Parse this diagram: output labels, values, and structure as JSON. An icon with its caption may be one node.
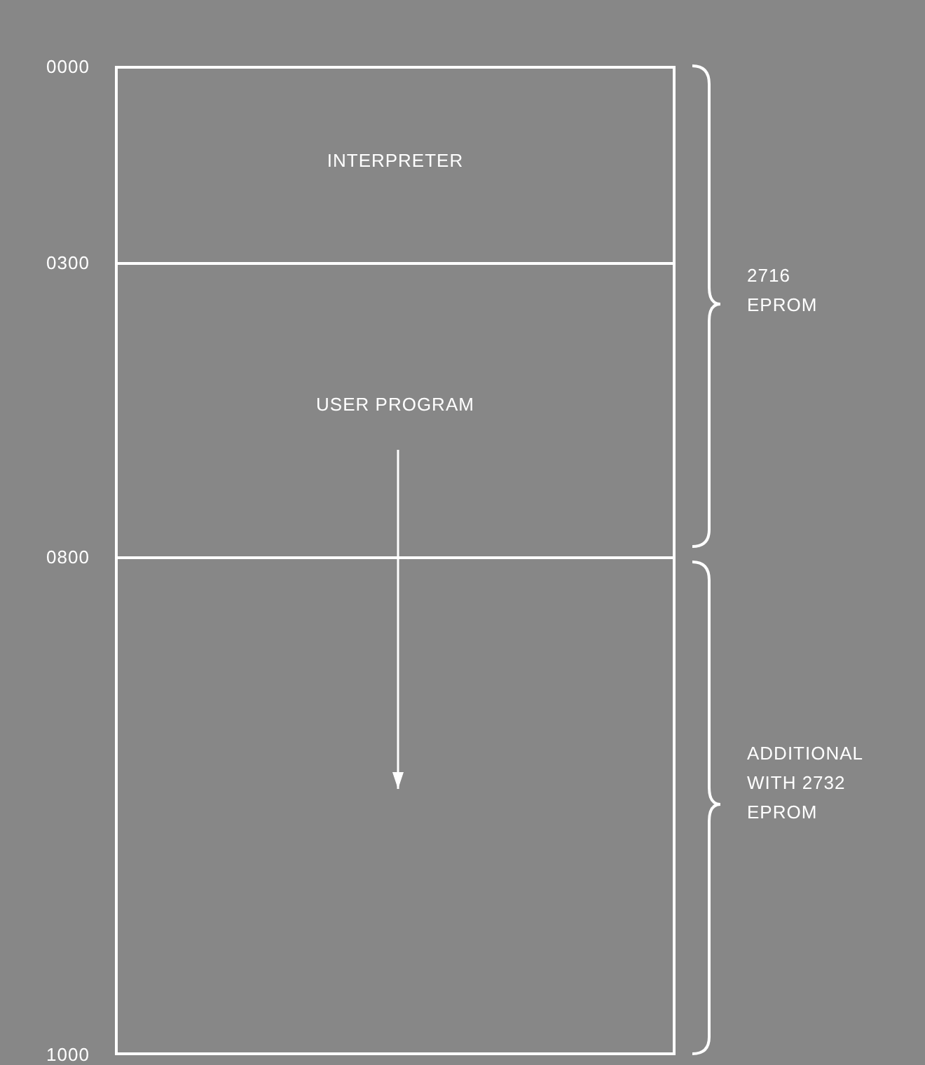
{
  "diagram": {
    "nodes": [
      {
        "text": [
          "INTERPRETER"
        ]
      },
      {
        "text": [
          "USER PROGRAM"
        ]
      },
      {
        "text": [],
        "shape": "box"
      }
    ],
    "edges": [
      {
        "from": 1,
        "to": 2,
        "arrow": "to"
      }
    ],
    "labels": [
      "0000",
      "0300",
      "0800",
      "1000",
      "2716 EPROM",
      "ADDITIONAL WITH 2732 EPROM"
    ]
  }
}
